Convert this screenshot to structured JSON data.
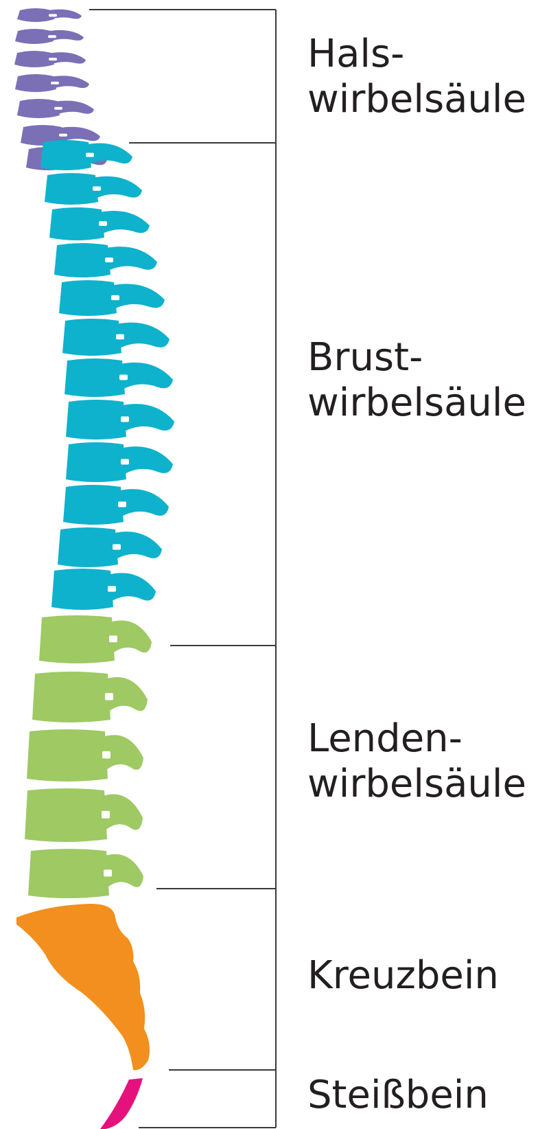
{
  "regions": [
    {
      "id": "cervical",
      "line1": "Hals-",
      "line2": "wirbelsäule",
      "color": "#7b6fb6"
    },
    {
      "id": "thoracic",
      "line1": "Brust-",
      "line2": "wirbelsäule",
      "color": "#0eb2cc"
    },
    {
      "id": "lumbar",
      "line1": "Lenden-",
      "line2": "wirbelsäule",
      "color": "#9ec963"
    },
    {
      "id": "sacrum",
      "line1": "Kreuzbein",
      "color": "#f28f1e"
    },
    {
      "id": "coccyx",
      "line1": "Steißbein",
      "color": "#e5127d"
    }
  ],
  "bracket_color": "#3a3a3a"
}
